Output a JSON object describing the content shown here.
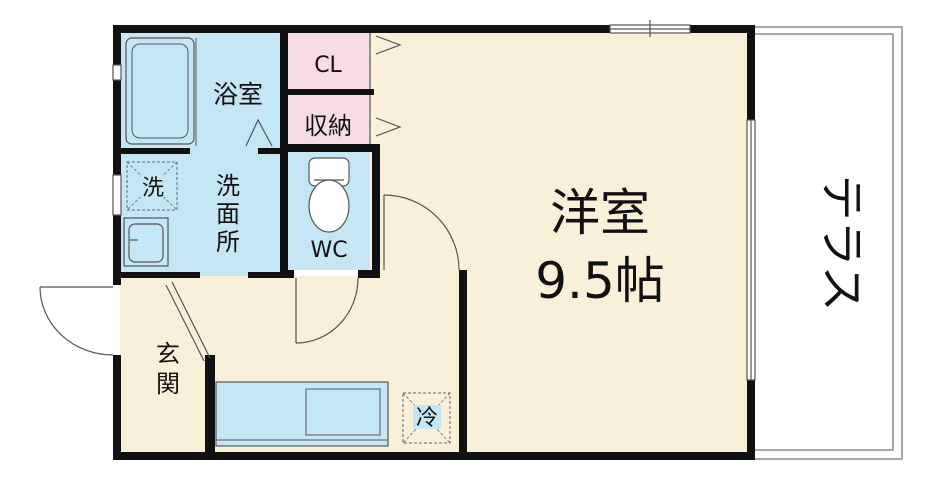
{
  "rooms": {
    "bath": "浴室",
    "closet": "CL",
    "storage": "収納",
    "washroom_l1": "洗",
    "washroom_l2": "面",
    "washroom_l3": "所",
    "toilet": "WC",
    "western_room": "洋室",
    "western_room_size": "9.5帖",
    "terrace": "テラス",
    "entrance_l1": "玄",
    "entrance_l2": "関"
  },
  "appliances": {
    "washer": "洗",
    "fridge": "冷"
  },
  "colors": {
    "wet_area": "#c5e6f5",
    "living_floor": "#f8f0d8",
    "storage": "#f8dce4",
    "wall": "#111111",
    "terrace_line": "#888888"
  },
  "icons": [
    "bathtub-icon",
    "toilet-icon",
    "sink-icon",
    "kitchen-counter-icon",
    "door-swing-icon"
  ]
}
